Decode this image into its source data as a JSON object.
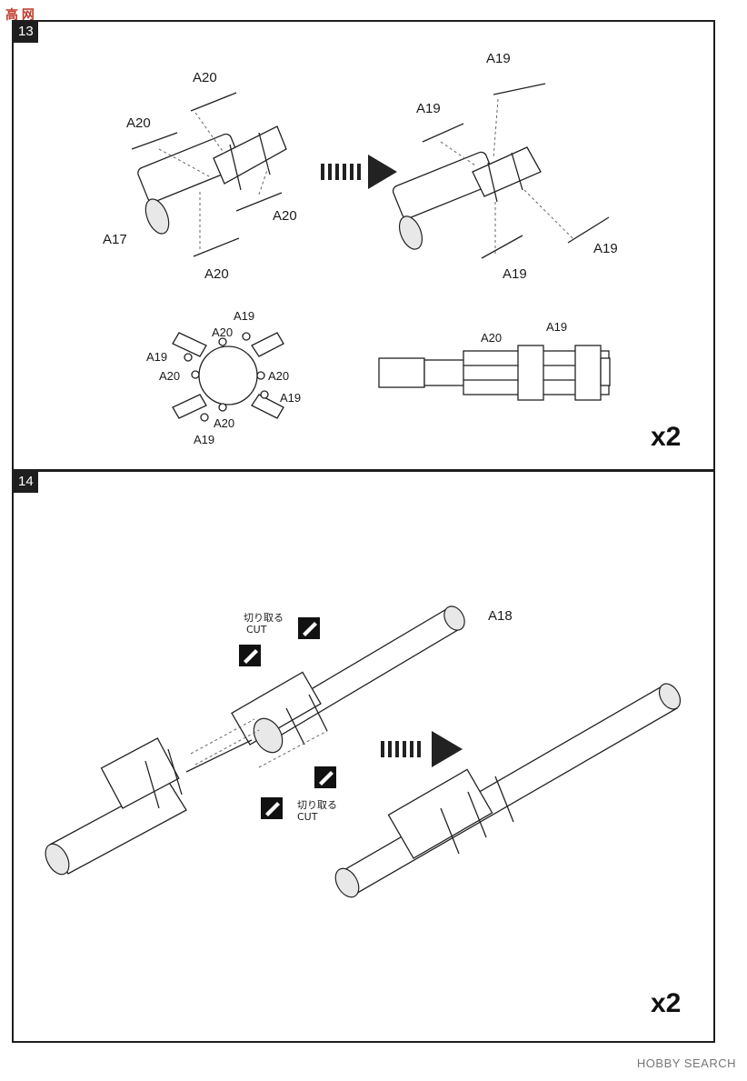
{
  "watermark": "高 网",
  "step13": {
    "number": "13",
    "multiplier": "x2",
    "labels": {
      "a20_top": "A20",
      "a20_left": "A20",
      "a20_right": "A20",
      "a20_bottom": "A20",
      "a17": "A17",
      "a19_top": "A19",
      "a19_left": "A19",
      "a19_right": "A19",
      "a19_bottom": "A19",
      "end_a19_top": "A19",
      "end_a20_top": "A20",
      "end_a19_left": "A19",
      "end_a20_left": "A20",
      "end_a20_right": "A20",
      "end_a19_right": "A19",
      "end_a20_bottom": "A20",
      "end_a19_bottom": "A19",
      "side_a20": "A20",
      "side_a19": "A19"
    }
  },
  "step14": {
    "number": "14",
    "multiplier": "x2",
    "part_label": "A18",
    "cut_jp_top": "切り取る",
    "cut_en_top": "CUT",
    "cut_jp_bottom": "切り取る",
    "cut_en_bottom": "CUT"
  },
  "footer": "HOBBY SEARCH",
  "icons": [
    "knife-icon",
    "arrow-right-icon"
  ]
}
